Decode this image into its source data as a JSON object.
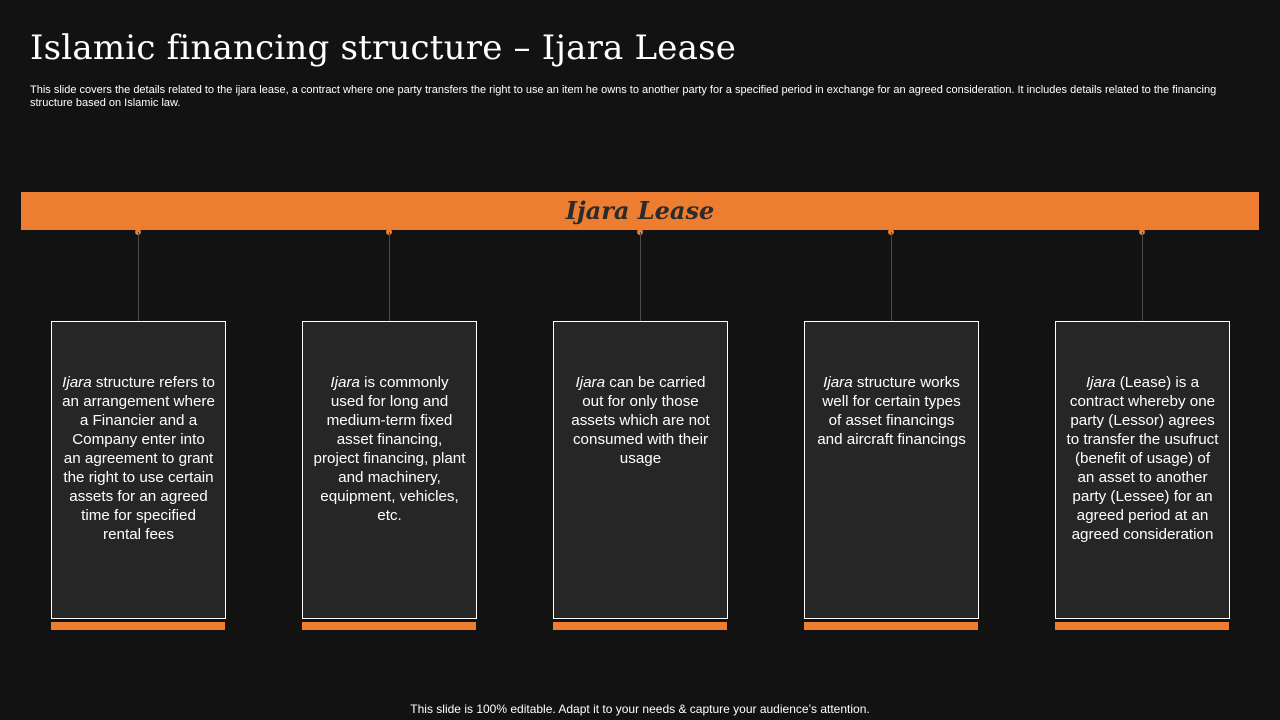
{
  "slide": {
    "title": "Islamic financing structure – Ijara Lease",
    "subtitle": "This slide covers the details related to the ijara lease, a contract where one party transfers the right to use an item he owns to another party for a specified period in exchange for an agreed consideration. It includes details related to the financing structure based on Islamic law.",
    "footer": "This slide is 100% editable. Adapt it to your needs & capture your audience’s attention."
  },
  "diagram": {
    "banner_label": "Ijara Lease",
    "cards": [
      {
        "lead": "Ijara",
        "text": " structure  refers to an arrangement where a Financier and a Company enter into an agreement to grant the right to use certain assets for an agreed time for specified rental fees"
      },
      {
        "lead": "Ijara",
        "text": " is commonly used for long and medium-term fixed asset financing, project financing, plant and machinery, equipment, vehicles, etc."
      },
      {
        "lead": "Ijara",
        "text": " can be carried out for only those assets which are not consumed with their usage"
      },
      {
        "lead": "Ijara",
        "text": " structure  works well for certain types of asset financings and aircraft financings"
      },
      {
        "lead": "Ijara",
        "text": " (Lease) is a contract whereby one party (Lessor) agrees to transfer the usufruct  (benefit of usage) of an asset to another party (Lessee) for an agreed period at an agreed consideration"
      }
    ]
  },
  "colors": {
    "background": "#121212",
    "accent": "#ed7d31",
    "card_fill": "#262626",
    "card_border": "#ffffff",
    "banner_text": "#2b2b2b"
  }
}
